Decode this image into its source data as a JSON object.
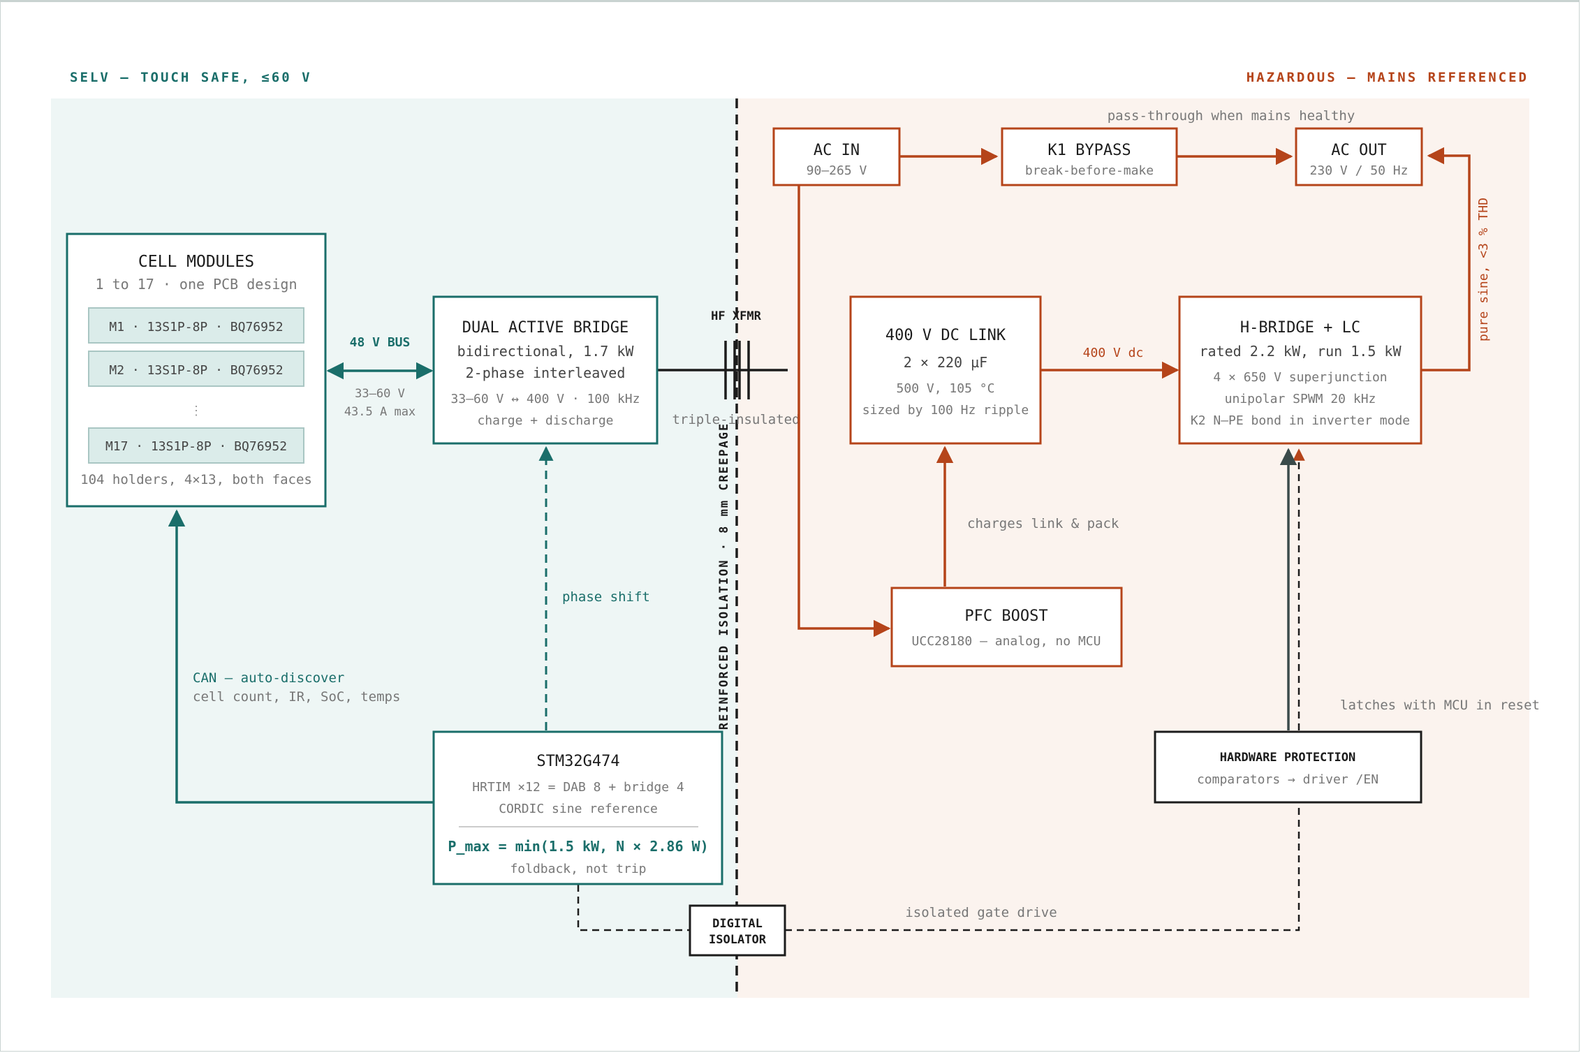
{
  "zones": {
    "selv_label": "SELV — TOUCH SAFE, ≤60 V",
    "hazard_label": "HAZARDOUS — MAINS REFERENCED",
    "isolation_label": "REINFORCED ISOLATION · 8 mm CREEPAGE"
  },
  "colors": {
    "teal": "#1a6e6a",
    "rust": "#b5441a",
    "selv_bg": "#eef6f5",
    "hazard_bg": "#fbf3ee",
    "module_fill": "#dbecea",
    "black": "#1c1c1c",
    "gray_text": "#777777"
  },
  "cell_modules": {
    "title": "CELL MODULES",
    "subtitle": "1 to 17 · one PCB design",
    "m1": "M1 · 13S1P-8P · BQ76952",
    "m2": "M2 · 13S1P-8P · BQ76952",
    "ellipsis": "⋮",
    "m17": "M17 · 13S1P-8P · BQ76952",
    "footer": "104 holders, 4×13, both faces"
  },
  "bus": {
    "label": "48 V BUS",
    "range": "33–60 V",
    "max": "43.5 A max"
  },
  "dab": {
    "title": "DUAL ACTIVE BRIDGE",
    "line1": "bidirectional, 1.7 kW",
    "line2": "2-phase interleaved",
    "line3": "33–60 V ↔ 400 V · 100 kHz",
    "line4": "charge + discharge"
  },
  "xfmr": {
    "label": "HF XFMR",
    "note": "triple-insulated"
  },
  "dc_link": {
    "title": "400 V DC LINK",
    "line1": "2 × 220 µF",
    "line2": "500 V, 105 °C",
    "line3": "sized by 100 Hz ripple",
    "out_label": "400 V dc"
  },
  "hbridge": {
    "title": "H-BRIDGE + LC",
    "line1": "rated 2.2 kW, run 1.5 kW",
    "line2": "4 × 650 V superjunction",
    "line3": "unipolar SPWM 20 kHz",
    "line4": "K2 N–PE bond in inverter mode",
    "out_label": "pure sine, <3 % THD"
  },
  "ac_in": {
    "title": "AC IN",
    "sub": "90–265 V"
  },
  "k1": {
    "title": "K1 BYPASS",
    "sub": "break-before-make",
    "note": "pass-through when mains healthy"
  },
  "ac_out": {
    "title": "AC OUT",
    "sub": "230 V / 50 Hz"
  },
  "pfc": {
    "title": "PFC BOOST",
    "sub": "UCC28180 — analog, no MCU",
    "link_note": "charges link & pack"
  },
  "mcu": {
    "title": "STM32G474",
    "line1": "HRTIM ×12 = DAB 8 + bridge 4",
    "line2": "CORDIC sine reference",
    "formula": "P_max = min(1.5 kW, N × 2.86 W)",
    "line3": "foldback, not trip",
    "phase_label": "phase shift",
    "can_label": "CAN — auto-discover",
    "can_sub": "cell count, IR, SoC, temps"
  },
  "protection": {
    "title": "HARDWARE PROTECTION",
    "sub": "comparators → driver /EN",
    "note": "latches with MCU in reset"
  },
  "isolator": {
    "line1": "DIGITAL",
    "line2": "ISOLATOR",
    "gate_label": "isolated gate drive"
  }
}
